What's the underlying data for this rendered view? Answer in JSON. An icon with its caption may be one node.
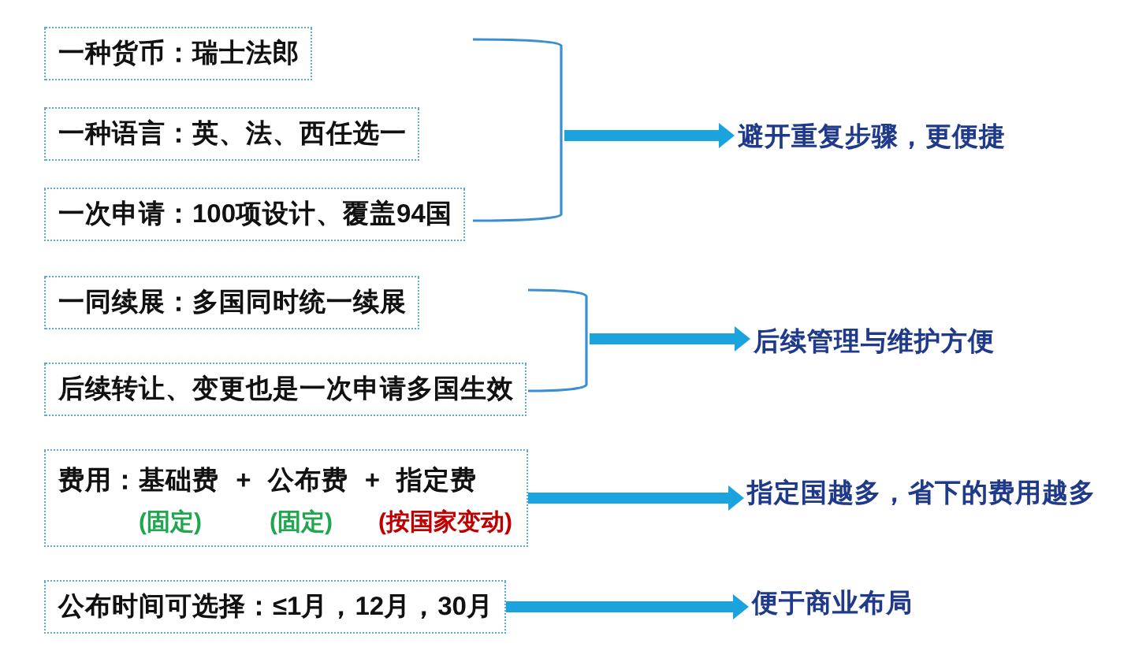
{
  "diagram": {
    "nodes": [
      {
        "text": [
          "一种货币：瑞士法郎"
        ]
      },
      {
        "text": [
          "一种语言：英、法、西任选一"
        ]
      },
      {
        "text": [
          "一次申请：100项设计、覆盖94国"
        ]
      },
      {
        "text": [],
        "shape": "bracket"
      },
      {
        "text": [
          "避开重复步骤，更便捷"
        ]
      },
      {
        "text": [
          "一同续展：多国同时统一续展"
        ]
      },
      {
        "text": [
          "后续转让、变更也是一次申请多国生效"
        ]
      },
      {
        "text": [],
        "shape": "bracket"
      },
      {
        "text": [
          "后续管理与维护方便"
        ]
      },
      {
        "text": [
          "费用：基础费 + 公布费 + 指定费",
          "(固定)",
          "(固定)",
          "(按国家变动)"
        ]
      },
      {
        "text": [
          "指定国越多，省下的费用越多"
        ]
      },
      {
        "text": [
          "公布时间可选择：≤1月，12月，30月"
        ]
      },
      {
        "text": [
          "便于商业布局"
        ]
      }
    ],
    "edges": [
      {
        "from": 3,
        "to": 4,
        "arrow": "to"
      },
      {
        "from": 7,
        "to": 8,
        "arrow": "to"
      },
      {
        "from": 9,
        "to": 10,
        "arrow": "to"
      },
      {
        "from": 11,
        "to": 12,
        "arrow": "to"
      }
    ]
  }
}
